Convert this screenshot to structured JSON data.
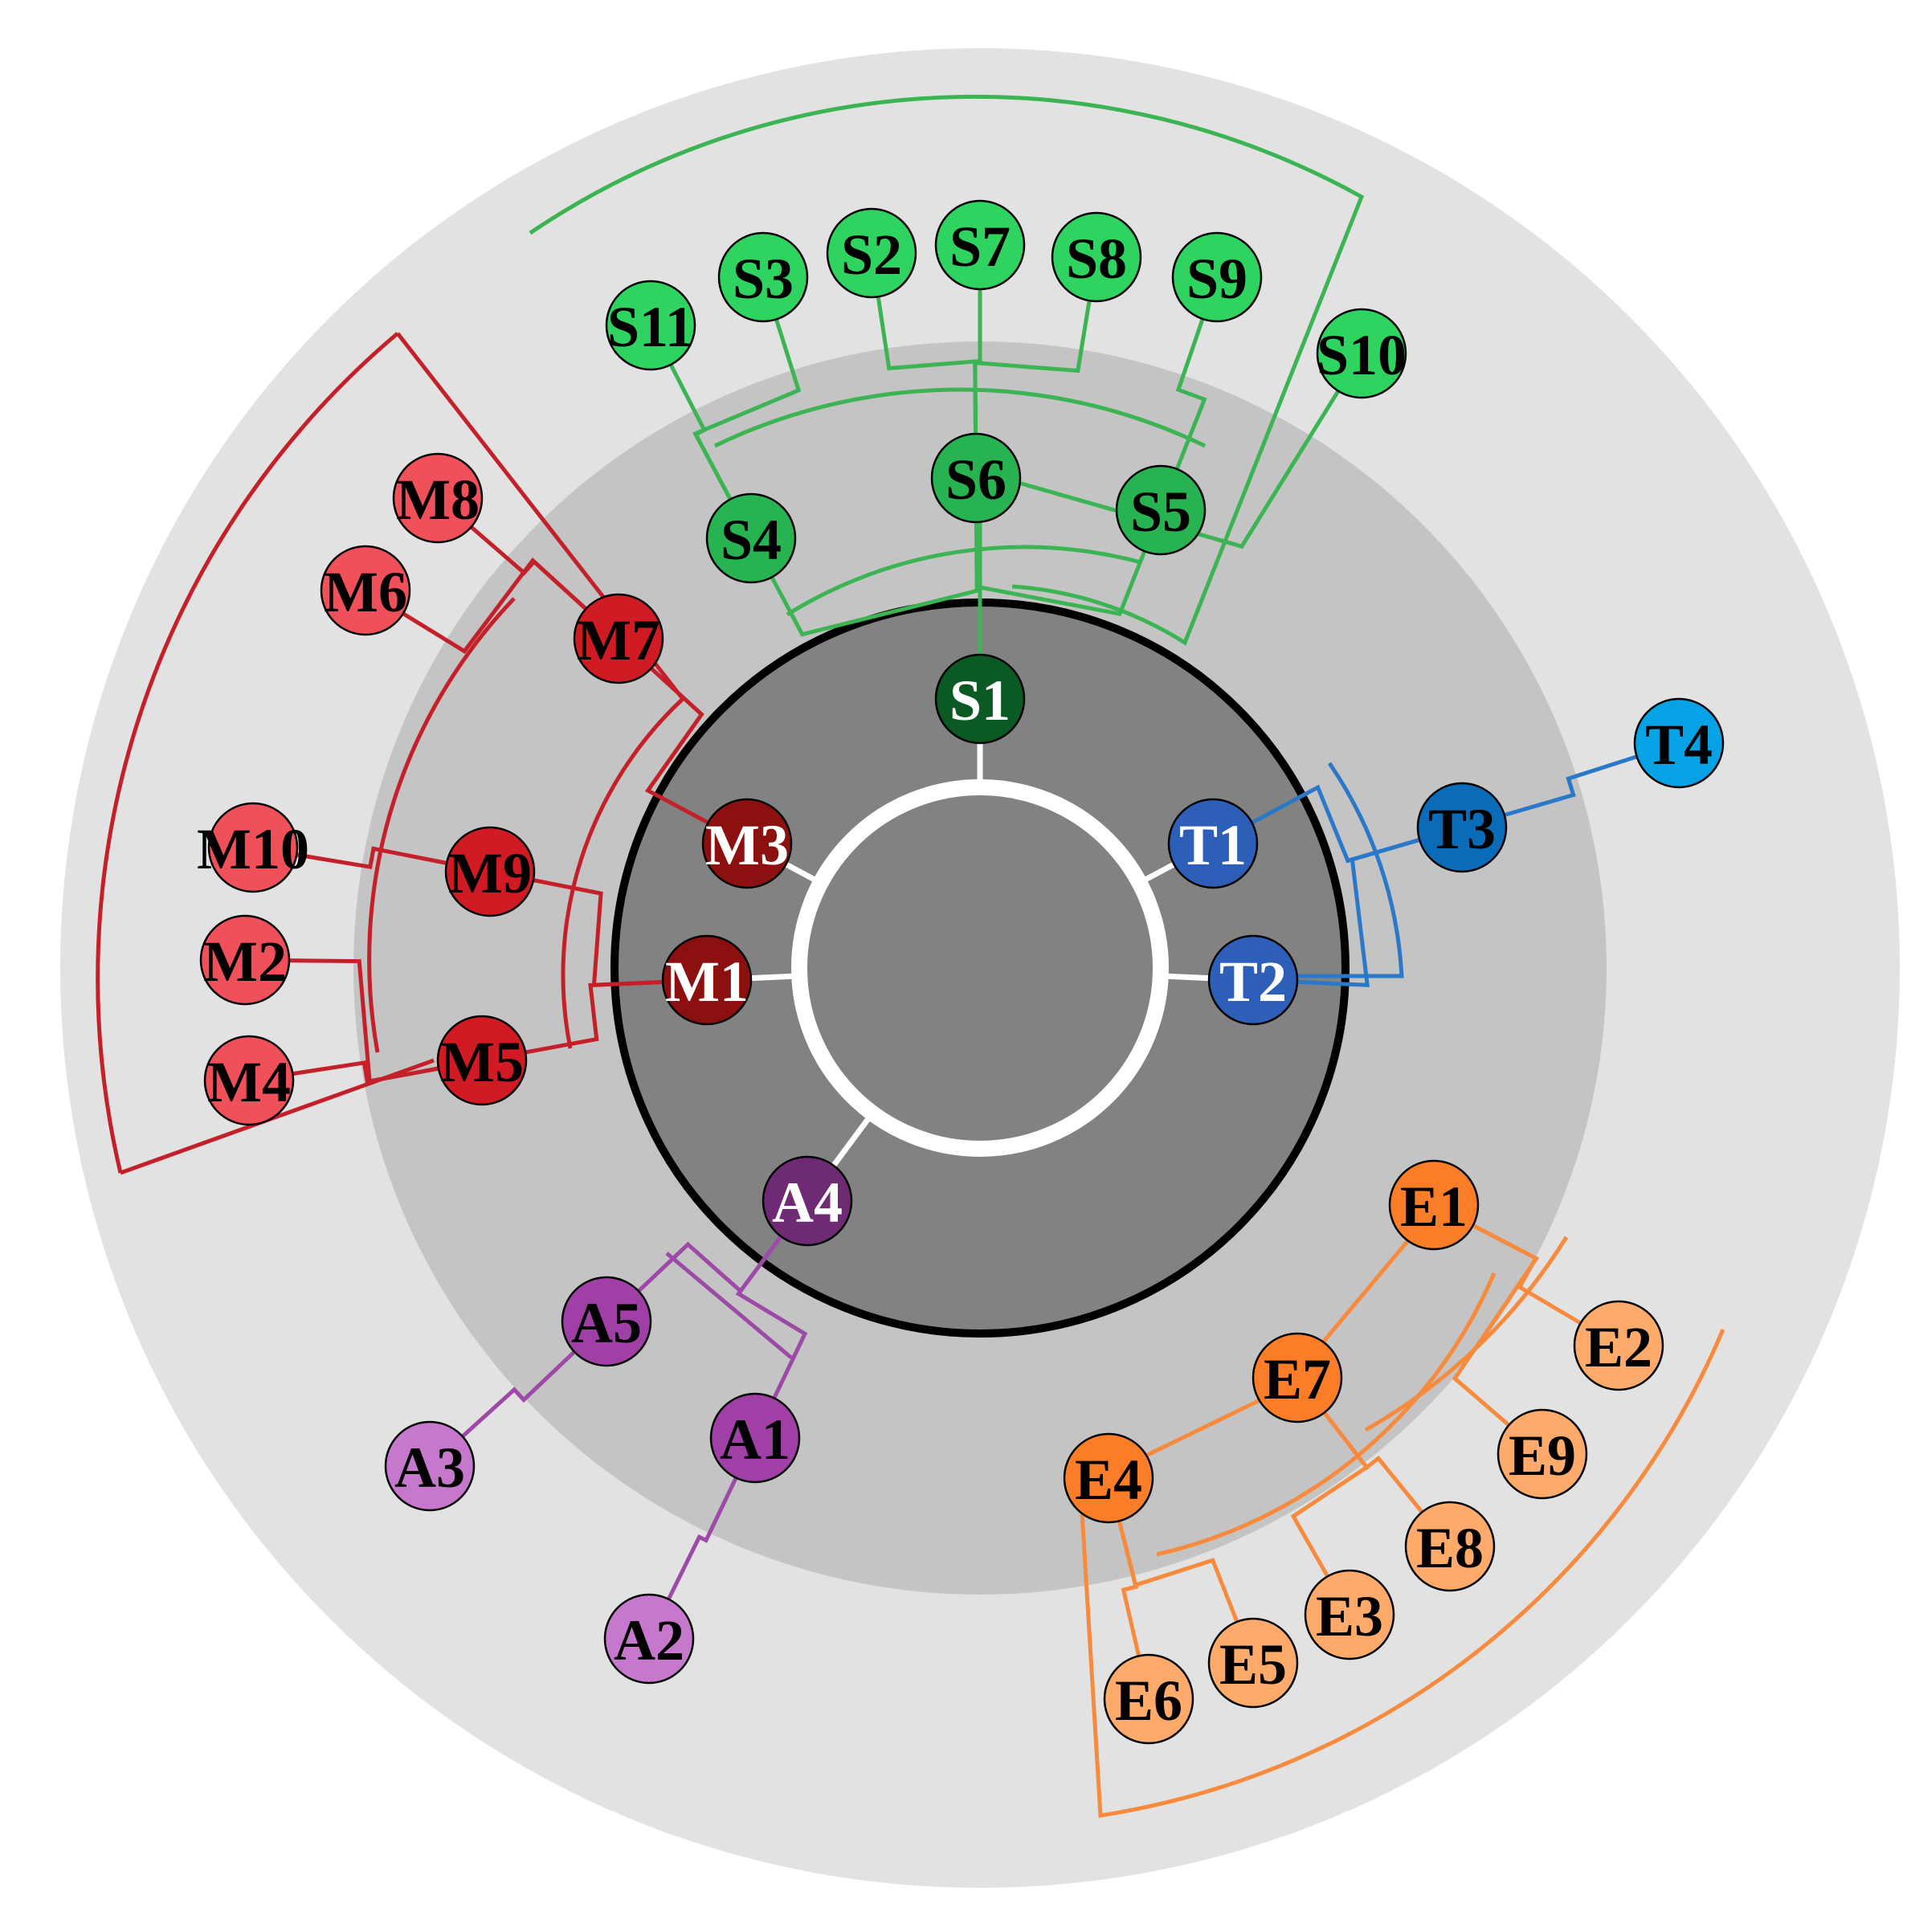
{
  "colors": {
    "bg_outer": "#e2e2e2",
    "bg_middle": "#c4c4c4",
    "bg_inner": "#828282",
    "hub_ring": "#ffffff",
    "boundary_ring": "#000000",
    "green_dark": "#0c5a23",
    "green_mid": "#27b352",
    "green_light": "#2fd35f",
    "green_edge": "#3cb454",
    "red_dark": "#8c1010",
    "red_mid": "#d01a24",
    "red_light": "#f0505a",
    "red_edge": "#c4202a",
    "blue_dark": "#2d5fb8",
    "blue_mid": "#0a6cb9",
    "blue_light": "#06a2e6",
    "blue_edge": "#2c78c8",
    "purple_dark": "#6e2b74",
    "purple_mid": "#a03fa6",
    "purple_light": "#c679cc",
    "purple_edge": "#9c4aa6",
    "orange_mid": "#fb7d27",
    "orange_light": "#fdaa6a",
    "orange_edge": "#f78a3c",
    "label_light": "#ffffff",
    "label_dark": "#000000"
  },
  "nodes": [
    {
      "id": "S1",
      "label": "S1",
      "fill": "green_dark",
      "text": "label_light"
    },
    {
      "id": "S2",
      "label": "S2",
      "fill": "green_light",
      "text": "label_dark"
    },
    {
      "id": "S3",
      "label": "S3",
      "fill": "green_light",
      "text": "label_dark"
    },
    {
      "id": "S4",
      "label": "S4",
      "fill": "green_mid",
      "text": "label_dark"
    },
    {
      "id": "S5",
      "label": "S5",
      "fill": "green_mid",
      "text": "label_dark"
    },
    {
      "id": "S6",
      "label": "S6",
      "fill": "green_mid",
      "text": "label_dark"
    },
    {
      "id": "S7",
      "label": "S7",
      "fill": "green_light",
      "text": "label_dark"
    },
    {
      "id": "S8",
      "label": "S8",
      "fill": "green_light",
      "text": "label_dark"
    },
    {
      "id": "S9",
      "label": "S9",
      "fill": "green_light",
      "text": "label_dark"
    },
    {
      "id": "S10",
      "label": "S10",
      "fill": "green_light",
      "text": "label_dark"
    },
    {
      "id": "S11",
      "label": "S11",
      "fill": "green_light",
      "text": "label_dark"
    },
    {
      "id": "M1",
      "label": "M1",
      "fill": "red_dark",
      "text": "label_light"
    },
    {
      "id": "M2",
      "label": "M2",
      "fill": "red_light",
      "text": "label_dark"
    },
    {
      "id": "M3",
      "label": "M3",
      "fill": "red_dark",
      "text": "label_light"
    },
    {
      "id": "M4",
      "label": "M4",
      "fill": "red_light",
      "text": "label_dark"
    },
    {
      "id": "M5",
      "label": "M5",
      "fill": "red_mid",
      "text": "label_dark"
    },
    {
      "id": "M6",
      "label": "M6",
      "fill": "red_light",
      "text": "label_dark"
    },
    {
      "id": "M7",
      "label": "M7",
      "fill": "red_mid",
      "text": "label_dark"
    },
    {
      "id": "M8",
      "label": "M8",
      "fill": "red_light",
      "text": "label_dark"
    },
    {
      "id": "M9",
      "label": "M9",
      "fill": "red_mid",
      "text": "label_dark"
    },
    {
      "id": "M10",
      "label": "M10",
      "fill": "red_light",
      "text": "label_dark"
    },
    {
      "id": "T1",
      "label": "T1",
      "fill": "blue_dark",
      "text": "label_light"
    },
    {
      "id": "T2",
      "label": "T2",
      "fill": "blue_dark",
      "text": "label_light"
    },
    {
      "id": "T3",
      "label": "T3",
      "fill": "blue_mid",
      "text": "label_dark"
    },
    {
      "id": "T4",
      "label": "T4",
      "fill": "blue_light",
      "text": "label_dark"
    },
    {
      "id": "A1",
      "label": "A1",
      "fill": "purple_mid",
      "text": "label_dark"
    },
    {
      "id": "A2",
      "label": "A2",
      "fill": "purple_light",
      "text": "label_dark"
    },
    {
      "id": "A3",
      "label": "A3",
      "fill": "purple_light",
      "text": "label_dark"
    },
    {
      "id": "A4",
      "label": "A4",
      "fill": "purple_dark",
      "text": "label_light"
    },
    {
      "id": "A5",
      "label": "A5",
      "fill": "purple_mid",
      "text": "label_dark"
    },
    {
      "id": "E1",
      "label": "E1",
      "fill": "orange_mid",
      "text": "label_dark"
    },
    {
      "id": "E2",
      "label": "E2",
      "fill": "orange_light",
      "text": "label_dark"
    },
    {
      "id": "E3",
      "label": "E3",
      "fill": "orange_light",
      "text": "label_dark"
    },
    {
      "id": "E4",
      "label": "E4",
      "fill": "orange_mid",
      "text": "label_dark"
    },
    {
      "id": "E5",
      "label": "E5",
      "fill": "orange_light",
      "text": "label_dark"
    },
    {
      "id": "E6",
      "label": "E6",
      "fill": "orange_light",
      "text": "label_dark"
    },
    {
      "id": "E7",
      "label": "E7",
      "fill": "orange_mid",
      "text": "label_dark"
    },
    {
      "id": "E8",
      "label": "E8",
      "fill": "orange_light",
      "text": "label_dark"
    },
    {
      "id": "E9",
      "label": "E9",
      "fill": "orange_light",
      "text": "label_dark"
    }
  ],
  "edges": [
    {
      "from": "S1",
      "to": "S6",
      "color": "green_edge"
    },
    {
      "from": "S1",
      "to": "S4",
      "color": "green_edge"
    },
    {
      "from": "S1",
      "to": "S5",
      "color": "green_edge"
    },
    {
      "from": "S1",
      "to": "S10",
      "color": "green_edge"
    },
    {
      "from": "S6",
      "to": "S2",
      "color": "green_edge"
    },
    {
      "from": "S6",
      "to": "S7",
      "color": "green_edge"
    },
    {
      "from": "S6",
      "to": "S8",
      "color": "green_edge"
    },
    {
      "from": "S4",
      "to": "S3",
      "color": "green_edge"
    },
    {
      "from": "S4",
      "to": "S11",
      "color": "green_edge"
    },
    {
      "from": "S5",
      "to": "S9",
      "color": "green_edge"
    },
    {
      "from": "M3",
      "to": "M7",
      "color": "red_edge"
    },
    {
      "from": "M7",
      "to": "M8",
      "color": "red_edge"
    },
    {
      "from": "M7",
      "to": "M6",
      "color": "red_edge"
    },
    {
      "from": "M1",
      "to": "M9",
      "color": "red_edge"
    },
    {
      "from": "M1",
      "to": "M5",
      "color": "red_edge"
    },
    {
      "from": "M9",
      "to": "M10",
      "color": "red_edge"
    },
    {
      "from": "M5",
      "to": "M2",
      "color": "red_edge"
    },
    {
      "from": "M5",
      "to": "M4",
      "color": "red_edge"
    },
    {
      "from": "T1",
      "to": "T3",
      "color": "blue_edge"
    },
    {
      "from": "T2",
      "to": "T3",
      "color": "blue_edge"
    },
    {
      "from": "T3",
      "to": "T4",
      "color": "blue_edge"
    },
    {
      "from": "A4",
      "to": "A5",
      "color": "purple_edge"
    },
    {
      "from": "A4",
      "to": "A1",
      "color": "purple_edge"
    },
    {
      "from": "A5",
      "to": "A3",
      "color": "purple_edge"
    },
    {
      "from": "A1",
      "to": "A2",
      "color": "purple_edge"
    },
    {
      "from": "E1",
      "to": "E2",
      "color": "orange_edge"
    },
    {
      "from": "E1",
      "to": "E9",
      "color": "orange_edge"
    },
    {
      "from": "E1",
      "to": "E7",
      "color": "orange_edge"
    },
    {
      "from": "E7",
      "to": "E8",
      "color": "orange_edge"
    },
    {
      "from": "E7",
      "to": "E3",
      "color": "orange_edge"
    },
    {
      "from": "E7",
      "to": "E4",
      "color": "orange_edge"
    },
    {
      "from": "E4",
      "to": "E5",
      "color": "orange_edge"
    },
    {
      "from": "E4",
      "to": "E6",
      "color": "orange_edge"
    }
  ],
  "hub_links": [
    "S1",
    "T1",
    "T2",
    "A4",
    "M1",
    "M3"
  ]
}
